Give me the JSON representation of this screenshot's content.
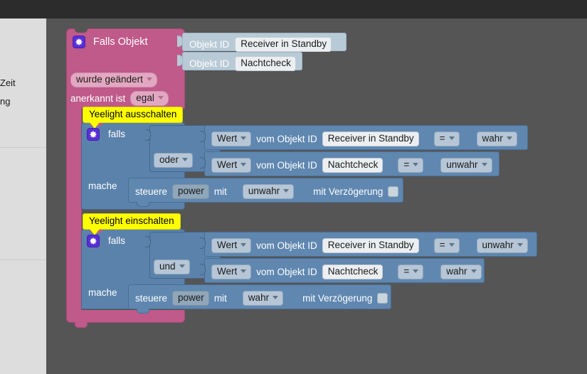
{
  "app": {
    "workspace_bg": "#555555",
    "topbar_color": "#2c2c2c",
    "sidebar_color": "#dddddd",
    "event_block_color": "#bf5a8a",
    "logic_block_color": "#5b82ab",
    "object_block_color": "#b8cad6",
    "comment_color": "#ffff00",
    "mutator_icon_color": "#5a2ed6"
  },
  "sidebar": {
    "clipped_labels": [
      {
        "text": "Zeit"
      },
      {
        "text": "ng"
      }
    ]
  },
  "event_block": {
    "title": "Falls Objekt",
    "mutator_icon": "gear-icon",
    "object_inputs": [
      {
        "label": "Objekt ID",
        "value": "Receiver in Standby"
      },
      {
        "label": "Objekt ID",
        "value": "Nachtcheck"
      }
    ],
    "trigger_dropdown": "wurde geändert",
    "ack_label": "anerkannt ist",
    "ack_dropdown": "egal"
  },
  "branches": [
    {
      "comment": "Yeelight ausschalten",
      "if_label": "falls",
      "mutator_icon": "gear-icon",
      "operator": "oder",
      "conditions": [
        {
          "value_dropdown": "Wert",
          "of_label": "vom Objekt ID",
          "object": "Receiver in Standby",
          "compare": "=",
          "operand": "wahr"
        },
        {
          "value_dropdown": "Wert",
          "of_label": "vom Objekt ID",
          "object": "Nachtcheck",
          "compare": "=",
          "operand": "unwahr"
        }
      ],
      "do_label": "mache",
      "action": {
        "verb": "steuere",
        "target": "power",
        "with_label": "mit",
        "value": "unwahr",
        "delay_label": "mit Verzögerung",
        "delay_checked": false
      }
    },
    {
      "comment": "Yeelight einschalten",
      "if_label": "falls",
      "mutator_icon": "gear-icon",
      "operator": "und",
      "conditions": [
        {
          "value_dropdown": "Wert",
          "of_label": "vom Objekt ID",
          "object": "Receiver in Standby",
          "compare": "=",
          "operand": "unwahr"
        },
        {
          "value_dropdown": "Wert",
          "of_label": "vom Objekt ID",
          "object": "Nachtcheck",
          "compare": "=",
          "operand": "wahr"
        }
      ],
      "do_label": "mache",
      "action": {
        "verb": "steuere",
        "target": "power",
        "with_label": "mit",
        "value": "wahr",
        "delay_label": "mit Verzögerung",
        "delay_checked": false
      }
    }
  ]
}
